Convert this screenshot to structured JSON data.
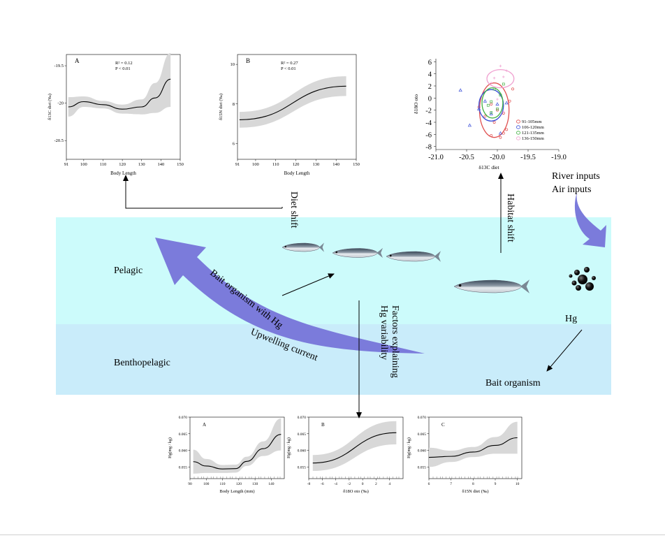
{
  "zones": {
    "pelagic": "Pelagic",
    "benthopelagic": "Benthopelagic"
  },
  "labels": {
    "diet_shift": "Diet shift",
    "habitat_shift": "Habitat shift",
    "river_inputs": "River inputs",
    "air_inputs": "Air inputs",
    "hg": "Hg",
    "bait_organism": "Bait organism",
    "bait_with_hg": "Bait organism with Hg",
    "upwelling": "Upwelling current",
    "factors_line1": "Factors explaining",
    "factors_line2": "Hg variability"
  },
  "colors": {
    "pelagic": "#ccfbfb",
    "benthopelagic": "#c9ecfa",
    "arrow": "#7b7bdb",
    "ci_band": "#d8d8d8"
  },
  "chart_data": [
    {
      "id": "top-A",
      "type": "line",
      "panel": "A",
      "xlabel": "Body Length",
      "ylabel": "δ13C diet (‰)",
      "xlim": [
        91,
        150
      ],
      "ylim": [
        -20.75,
        -19.35
      ],
      "xticks": [
        91,
        100,
        110,
        120,
        130,
        140,
        150
      ],
      "yticks": [
        -20.5,
        -20.0,
        -19.5
      ],
      "annotation": [
        "R² = 0.12",
        "P < 0.01"
      ],
      "x": [
        92,
        100,
        110,
        120,
        130,
        137,
        145
      ],
      "y": [
        -20.05,
        -19.98,
        -20.02,
        -20.08,
        -20.05,
        -19.93,
        -19.68
      ],
      "ci_low": [
        -20.18,
        -20.05,
        -20.07,
        -20.14,
        -20.15,
        -20.13,
        -20.05
      ],
      "ci_high": [
        -19.92,
        -19.91,
        -19.97,
        -20.02,
        -19.95,
        -19.73,
        -19.33
      ]
    },
    {
      "id": "top-B",
      "type": "line",
      "panel": "B",
      "xlabel": "Body Length",
      "ylabel": "δ15N diet (‰)",
      "xlim": [
        91,
        150
      ],
      "ylim": [
        5.2,
        10.5
      ],
      "xticks": [
        91,
        100,
        110,
        120,
        130,
        140,
        150
      ],
      "yticks": [
        6,
        8,
        10
      ],
      "annotation": [
        "R² = 0.27",
        "P < 0.01"
      ],
      "x": [
        92,
        145
      ],
      "y": [
        7.2,
        8.9
      ],
      "ci_low": [
        6.8,
        8.4
      ],
      "ci_high": [
        7.6,
        9.4
      ]
    },
    {
      "id": "top-right",
      "type": "scatter",
      "xlabel": "δ13C diet",
      "ylabel": "δ18O oto",
      "xlim": [
        -21.0,
        -19.0
      ],
      "ylim": [
        -8.5,
        6.5
      ],
      "xticks": [
        -21.0,
        -20.5,
        -20.0,
        -19.5,
        -19.0
      ],
      "yticks": [
        6,
        4,
        2,
        0,
        -2,
        -4,
        -6,
        -8
      ],
      "series": [
        {
          "name": "91-105mm",
          "color": "#e05050",
          "marker": "circle",
          "points": [
            [
              -20.05,
              -4.0
            ],
            [
              -19.95,
              -6.5
            ],
            [
              -19.85,
              -5.2
            ],
            [
              -20.1,
              -1.0
            ],
            [
              -19.9,
              -2.5
            ],
            [
              -19.8,
              -0.5
            ],
            [
              -20.2,
              -3.0
            ],
            [
              -20.0,
              -2.0
            ],
            [
              -19.75,
              1.5
            ],
            [
              -20.3,
              -1.5
            ],
            [
              -19.9,
              -5.8
            ],
            [
              -20.1,
              -6.2
            ]
          ],
          "ellipse": {
            "cx": -20.05,
            "cy": -2.0,
            "rx": 0.24,
            "ry": 4.5
          }
        },
        {
          "name": "106-120mm",
          "color": "#3b4fd8",
          "marker": "triangle",
          "points": [
            [
              -20.45,
              -4.5
            ],
            [
              -20.6,
              1.3
            ],
            [
              -20.2,
              -0.5
            ],
            [
              -20.0,
              -1.0
            ],
            [
              -19.85,
              -0.8
            ],
            [
              -20.1,
              -2.6
            ],
            [
              -19.95,
              -5.8
            ],
            [
              -20.3,
              -1.8
            ]
          ],
          "ellipse": {
            "cx": -20.1,
            "cy": -1.2,
            "rx": 0.2,
            "ry": 2.6
          }
        },
        {
          "name": "121-135mm",
          "color": "#40b040",
          "marker": "square",
          "points": [
            [
              -20.05,
              1.5
            ],
            [
              -20.1,
              -0.6
            ],
            [
              -20.0,
              -1.8
            ],
            [
              -19.95,
              0.5
            ],
            [
              -20.15,
              -1.2
            ],
            [
              -19.9,
              2.3
            ],
            [
              -20.1,
              -2.4
            ]
          ],
          "ellipse": {
            "cx": -20.08,
            "cy": -0.8,
            "rx": 0.17,
            "ry": 2.5
          }
        },
        {
          "name": "136-150mm",
          "color": "#f0a0d0",
          "marker": "cross",
          "points": [
            [
              -20.05,
              3.3
            ],
            [
              -19.9,
              3.5
            ],
            [
              -19.95,
              5.3
            ],
            [
              -20.1,
              2.5
            ],
            [
              -19.85,
              4.5
            ],
            [
              -20.0,
              -0.2
            ],
            [
              -19.9,
              -2.3
            ]
          ],
          "ellipse": {
            "cx": -19.95,
            "cy": 3.2,
            "rx": 0.22,
            "ry": 1.5
          }
        }
      ]
    },
    {
      "id": "bottom-A",
      "type": "line",
      "panel": "A",
      "xlabel": "Body Length (mm)",
      "ylabel": "Hg(mg / kg)",
      "xlim": [
        90,
        148
      ],
      "ylim": [
        0.0515,
        0.07
      ],
      "xticks": [
        90,
        100,
        110,
        120,
        130,
        140
      ],
      "yticks": [
        0.055,
        0.06,
        0.065,
        0.07
      ],
      "x": [
        92,
        100,
        110,
        118,
        125,
        135,
        146
      ],
      "y": [
        0.0566,
        0.0553,
        0.0544,
        0.0545,
        0.0567,
        0.0605,
        0.0648
      ],
      "ci_low": [
        0.053,
        0.0532,
        0.0532,
        0.0533,
        0.0553,
        0.0583,
        0.06
      ],
      "ci_high": [
        0.0602,
        0.0574,
        0.0556,
        0.0557,
        0.0581,
        0.0627,
        0.0696
      ]
    },
    {
      "id": "bottom-B",
      "type": "line",
      "panel": "B",
      "xlabel": "δ18O oto (‰)",
      "ylabel": "Hg(mg / kg)",
      "xlim": [
        -8,
        6
      ],
      "ylim": [
        0.0515,
        0.07
      ],
      "xticks": [
        -8,
        -6,
        -4,
        -2,
        0,
        2,
        4
      ],
      "yticks": [
        0.055,
        0.06,
        0.065,
        0.07
      ],
      "x": [
        -7.4,
        5.0
      ],
      "y": [
        0.0562,
        0.0653
      ],
      "ci_low": [
        0.0538,
        0.0618
      ],
      "ci_high": [
        0.0586,
        0.0688
      ]
    },
    {
      "id": "bottom-C",
      "type": "line",
      "panel": "C",
      "xlabel": "δ15N diet (‰)",
      "ylabel": "Hg(mg / kg)",
      "xlim": [
        6,
        10.2
      ],
      "ylim": [
        0.0515,
        0.07
      ],
      "xticks": [
        6,
        7,
        8,
        9,
        10
      ],
      "yticks": [
        0.055,
        0.06,
        0.065,
        0.07
      ],
      "x": [
        6.0,
        7.0,
        8.0,
        9.0,
        10.0
      ],
      "y": [
        0.0579,
        0.0582,
        0.0595,
        0.0615,
        0.0638
      ],
      "ci_low": [
        0.055,
        0.0565,
        0.058,
        0.059,
        0.059
      ],
      "ci_high": [
        0.0608,
        0.0599,
        0.061,
        0.064,
        0.0686
      ]
    }
  ]
}
